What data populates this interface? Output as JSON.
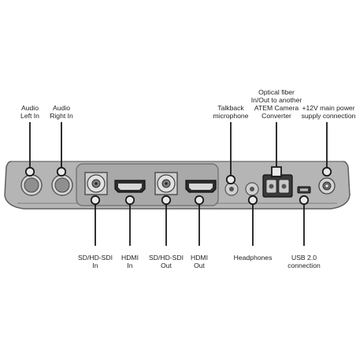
{
  "labels": {
    "audio_left_in": [
      "Audio",
      "Left In"
    ],
    "audio_right_in": [
      "Audio",
      "Right In"
    ],
    "talkback_mic": [
      "Talkback",
      "microphone"
    ],
    "optical_fiber": [
      "Optical fiber",
      "In/Out to another",
      "ATEM Camera",
      "Converter"
    ],
    "power": [
      "+12V main power",
      "supply connection"
    ],
    "sdi_in": [
      "SD/HD-SDI",
      "In"
    ],
    "hdmi_in": [
      "HDMI",
      "In"
    ],
    "sdi_out": [
      "SD/HD-SDI",
      "Out"
    ],
    "hdmi_out": [
      "HDMI",
      "Out"
    ],
    "headphones": [
      "Headphones"
    ],
    "usb": [
      "USB 2.0",
      "connection"
    ]
  },
  "colors": {
    "chassis": "#b3b3b3",
    "chassis_edge": "#6e6e6e",
    "marker": "#e9e9e9",
    "line": "#1a1a1a"
  }
}
